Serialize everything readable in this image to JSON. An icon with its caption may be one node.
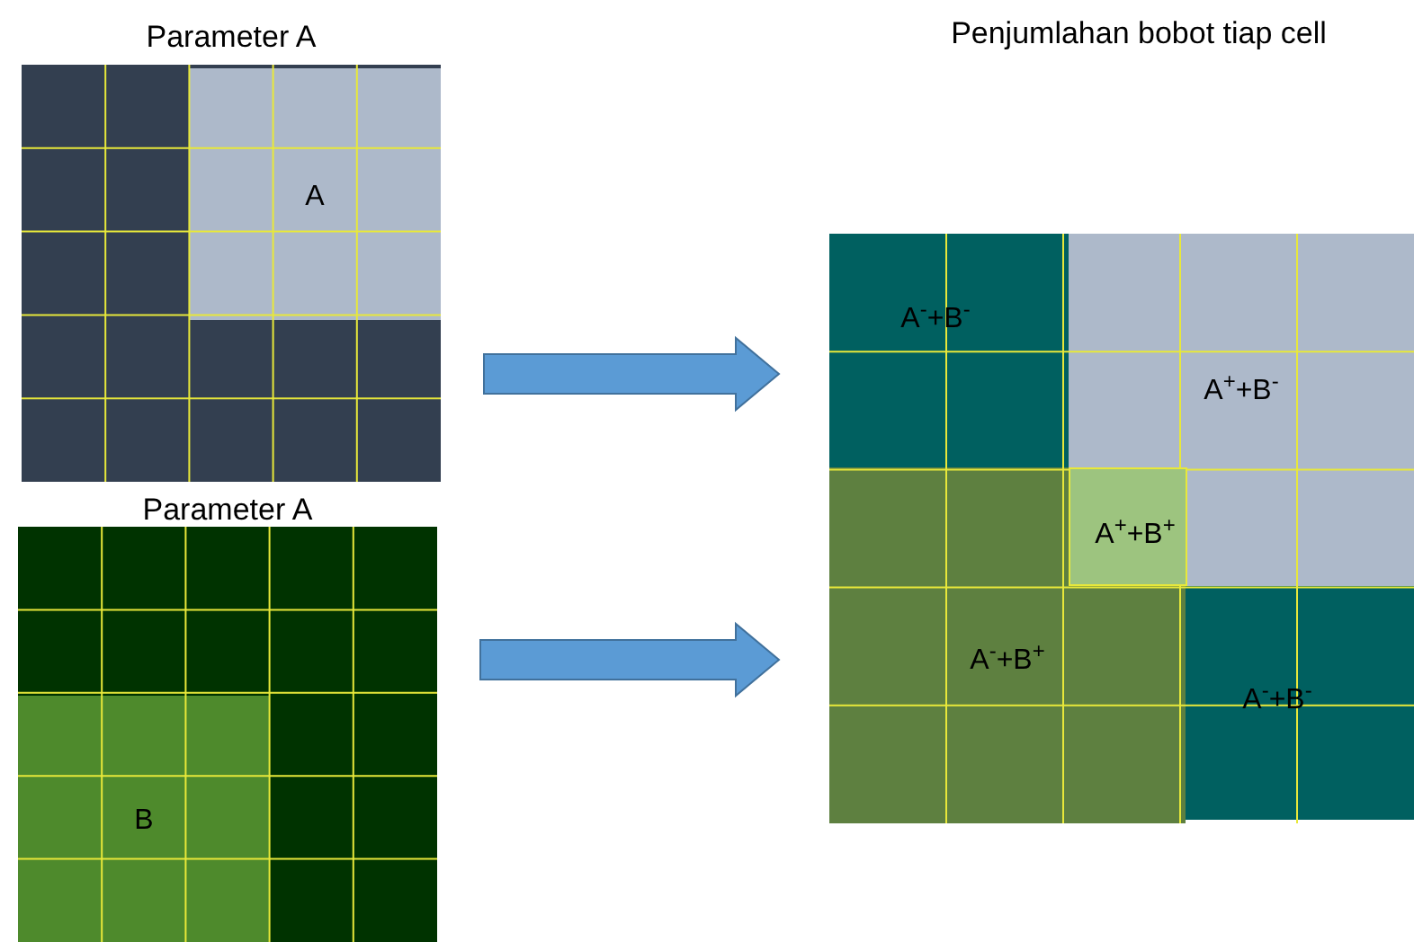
{
  "diagram": {
    "nodes": [
      {
        "text": [
          "Parameter A"
        ]
      },
      {
        "text": [
          "A"
        ],
        "in": 0
      },
      {
        "text": [
          "Parameter A"
        ]
      },
      {
        "text": [
          "B"
        ],
        "in": 2
      },
      {
        "text": [],
        "shape": "box"
      },
      {
        "text": [
          "A$^{-}$+B$^{-}$"
        ],
        "in": 4
      },
      {
        "text": [
          "A$^{+}$+B$^{-}$"
        ],
        "in": 4
      },
      {
        "text": [
          "A$^{-}$+B$^{+}$"
        ],
        "in": 4
      },
      {
        "text": [
          "A$^{+}$+B$^{+}$"
        ],
        "in": 4
      },
      {
        "text": [
          "A$^{-}$+B$^{-}$"
        ],
        "in": 4
      }
    ],
    "labels": [
      "Penjumlahan bobot tiap cell"
    ],
    "edges": [
      {
        "from": 0,
        "to": 4,
        "arrow": "to",
        "style": "thick"
      },
      {
        "from": 2,
        "to": 4,
        "arrow": "to",
        "style": "thick"
      }
    ]
  }
}
